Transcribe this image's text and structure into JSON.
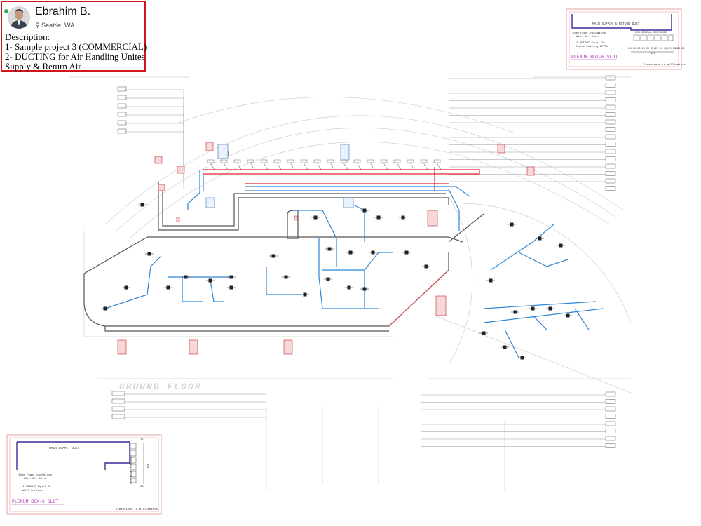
{
  "profile": {
    "name": "Ebrahim B.",
    "location": "Seattle, WA",
    "description_heading": "Description:",
    "description_lines": [
      "1- Sample project 3 (COMMERCIAL)",
      "2- DUCTING for Air Handling Unites",
      "Supply & Return Air"
    ]
  },
  "plan": {
    "floor_label": "GROUND FLOOR"
  },
  "detail_top": {
    "duct_label": "MAIN SUPPLY & RETURN DUCT",
    "diffuser_label": "HORIZONTAL DIFFUSER",
    "insulation_note": [
      "10mm Foam Insulation",
      "With AL. Cover"
    ],
    "height_note": [
      "2 HEIGHT Equal To",
      "False Ceiling LEVEL"
    ],
    "slot_dims": "25 25|25 50 25|25 50 25|25 50 25|25",
    "edge_dim": "25",
    "width_dim": "400",
    "title": "PLENUM BOX-6 SLOT",
    "units": "Dimensions in millimeters"
  },
  "detail_bottom": {
    "duct_label": "MAIN SUPPLY DUCT",
    "diffuser_label": "VERTICAL DIFFUSER",
    "insulation_note": [
      "10mm Foam Insulation",
      "With AL. Cover"
    ],
    "length_note": [
      "2 LENGHT Equal To",
      "Wall Surface"
    ],
    "height_dim": "400",
    "edge_dim": "25",
    "title": "PLENUM BOX-6 SLOT",
    "units": "Dimensions in millimeters"
  }
}
